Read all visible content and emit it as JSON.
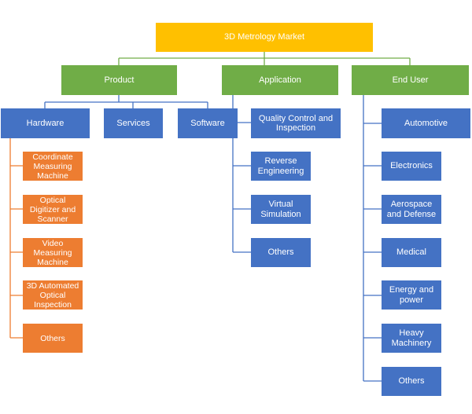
{
  "root": "3D Metrology Market",
  "categories": {
    "product": "Product",
    "application": "Application",
    "end_user": "End User"
  },
  "product": {
    "hardware": "Hardware",
    "services": "Services",
    "software": "Software",
    "hardware_items": [
      "Coordinate Measuring Machine",
      "Optical Digitizer and Scanner",
      "Video Measuring Machine",
      "3D Automated Optical Inspection",
      "Others"
    ]
  },
  "application_items": [
    "Quality Control and Inspection",
    "Reverse Engineering",
    "Virtual Simulation",
    "Others"
  ],
  "end_user_items": [
    "Automotive",
    "Electronics",
    "Aerospace and Defense",
    "Medical",
    "Energy and power",
    "Heavy Machinery",
    "Others"
  ],
  "colors": {
    "root": "#FFC000",
    "category": "#70AD47",
    "node": "#4472C4",
    "leaf": "#ED7D31"
  }
}
